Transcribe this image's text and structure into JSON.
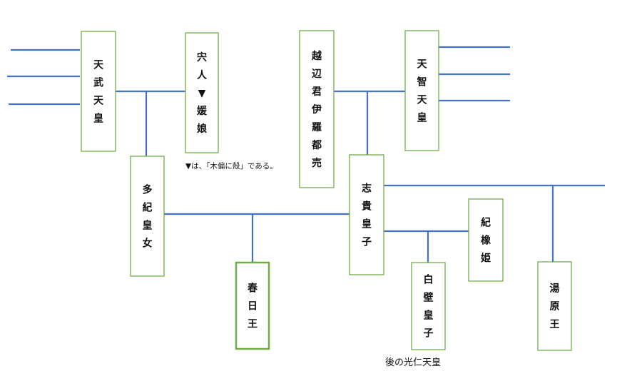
{
  "colors": {
    "line": "#4472c4",
    "box_border": "#70ad47",
    "text": "#111111"
  },
  "persons": {
    "tenmu": "天武天皇",
    "shishihito": "宍人▼媛娘",
    "koshi": "越辺君伊羅都売",
    "tenji": "天智天皇",
    "taki": "多紀皇女",
    "shiki": "志貴皇子",
    "kino": "紀橡姫",
    "kasuga": "春日王",
    "shirakabe": "白壁皇子",
    "yuhara": "湯原王"
  },
  "notes": {
    "shishihito_note": "▼は、「木偏に殻」である。",
    "shirakabe_note": "後の光仁天皇"
  }
}
